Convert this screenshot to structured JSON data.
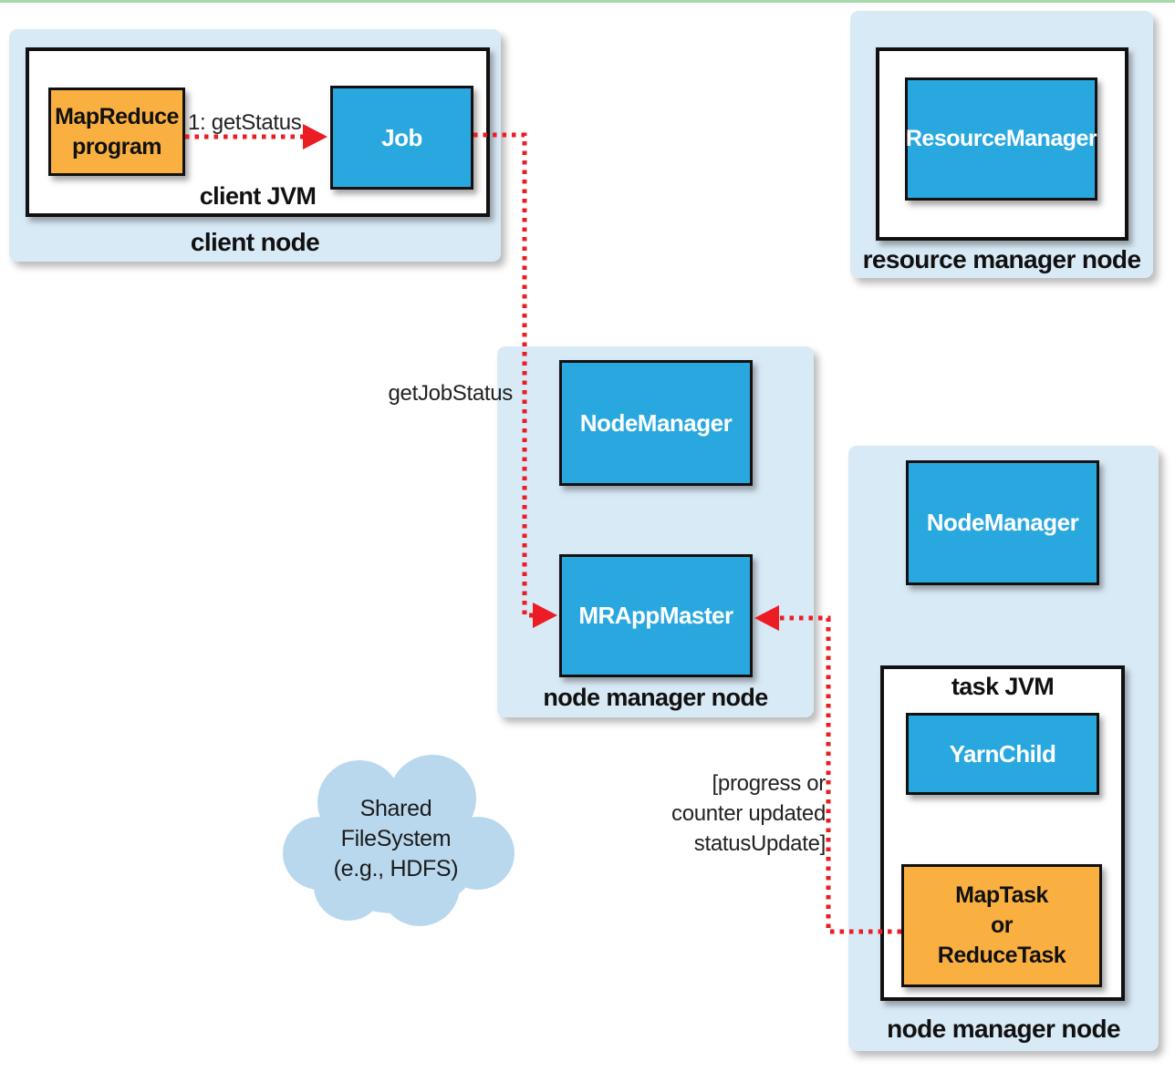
{
  "colors": {
    "top_line": "#a8d9aa",
    "node_bg": "#d9eaf7",
    "box_blue": "#29a8e0",
    "box_orange": "#f9b041",
    "cloud_fill": "#b9d8ee",
    "arrow_red": "#ec1c24",
    "border_black": "#111111"
  },
  "nodes": {
    "client_node": {
      "label": "client node",
      "jvm_label": "client JVM",
      "program": "MapReduce\nprogram",
      "job": "Job"
    },
    "resource_manager_node": {
      "label": "resource manager node",
      "resource_manager": "ResourceManager"
    },
    "app_master_node": {
      "label": "node manager node",
      "node_manager": "NodeManager",
      "mr_app_master": "MRAppMaster"
    },
    "task_node": {
      "label": "node manager node",
      "node_manager": "NodeManager",
      "jvm_label": "task JVM",
      "yarn_child": "YarnChild",
      "task": "MapTask\nor\nReduceTask"
    }
  },
  "cloud": {
    "label": "Shared\nFileSystem\n(e.g., HDFS)"
  },
  "arrows": {
    "get_status": {
      "label": "1: getStatus"
    },
    "get_job_status": {
      "label": "getJobStatus"
    },
    "status_update": {
      "label": "[progress or\ncounter updated\nstatusUpdate]"
    }
  }
}
